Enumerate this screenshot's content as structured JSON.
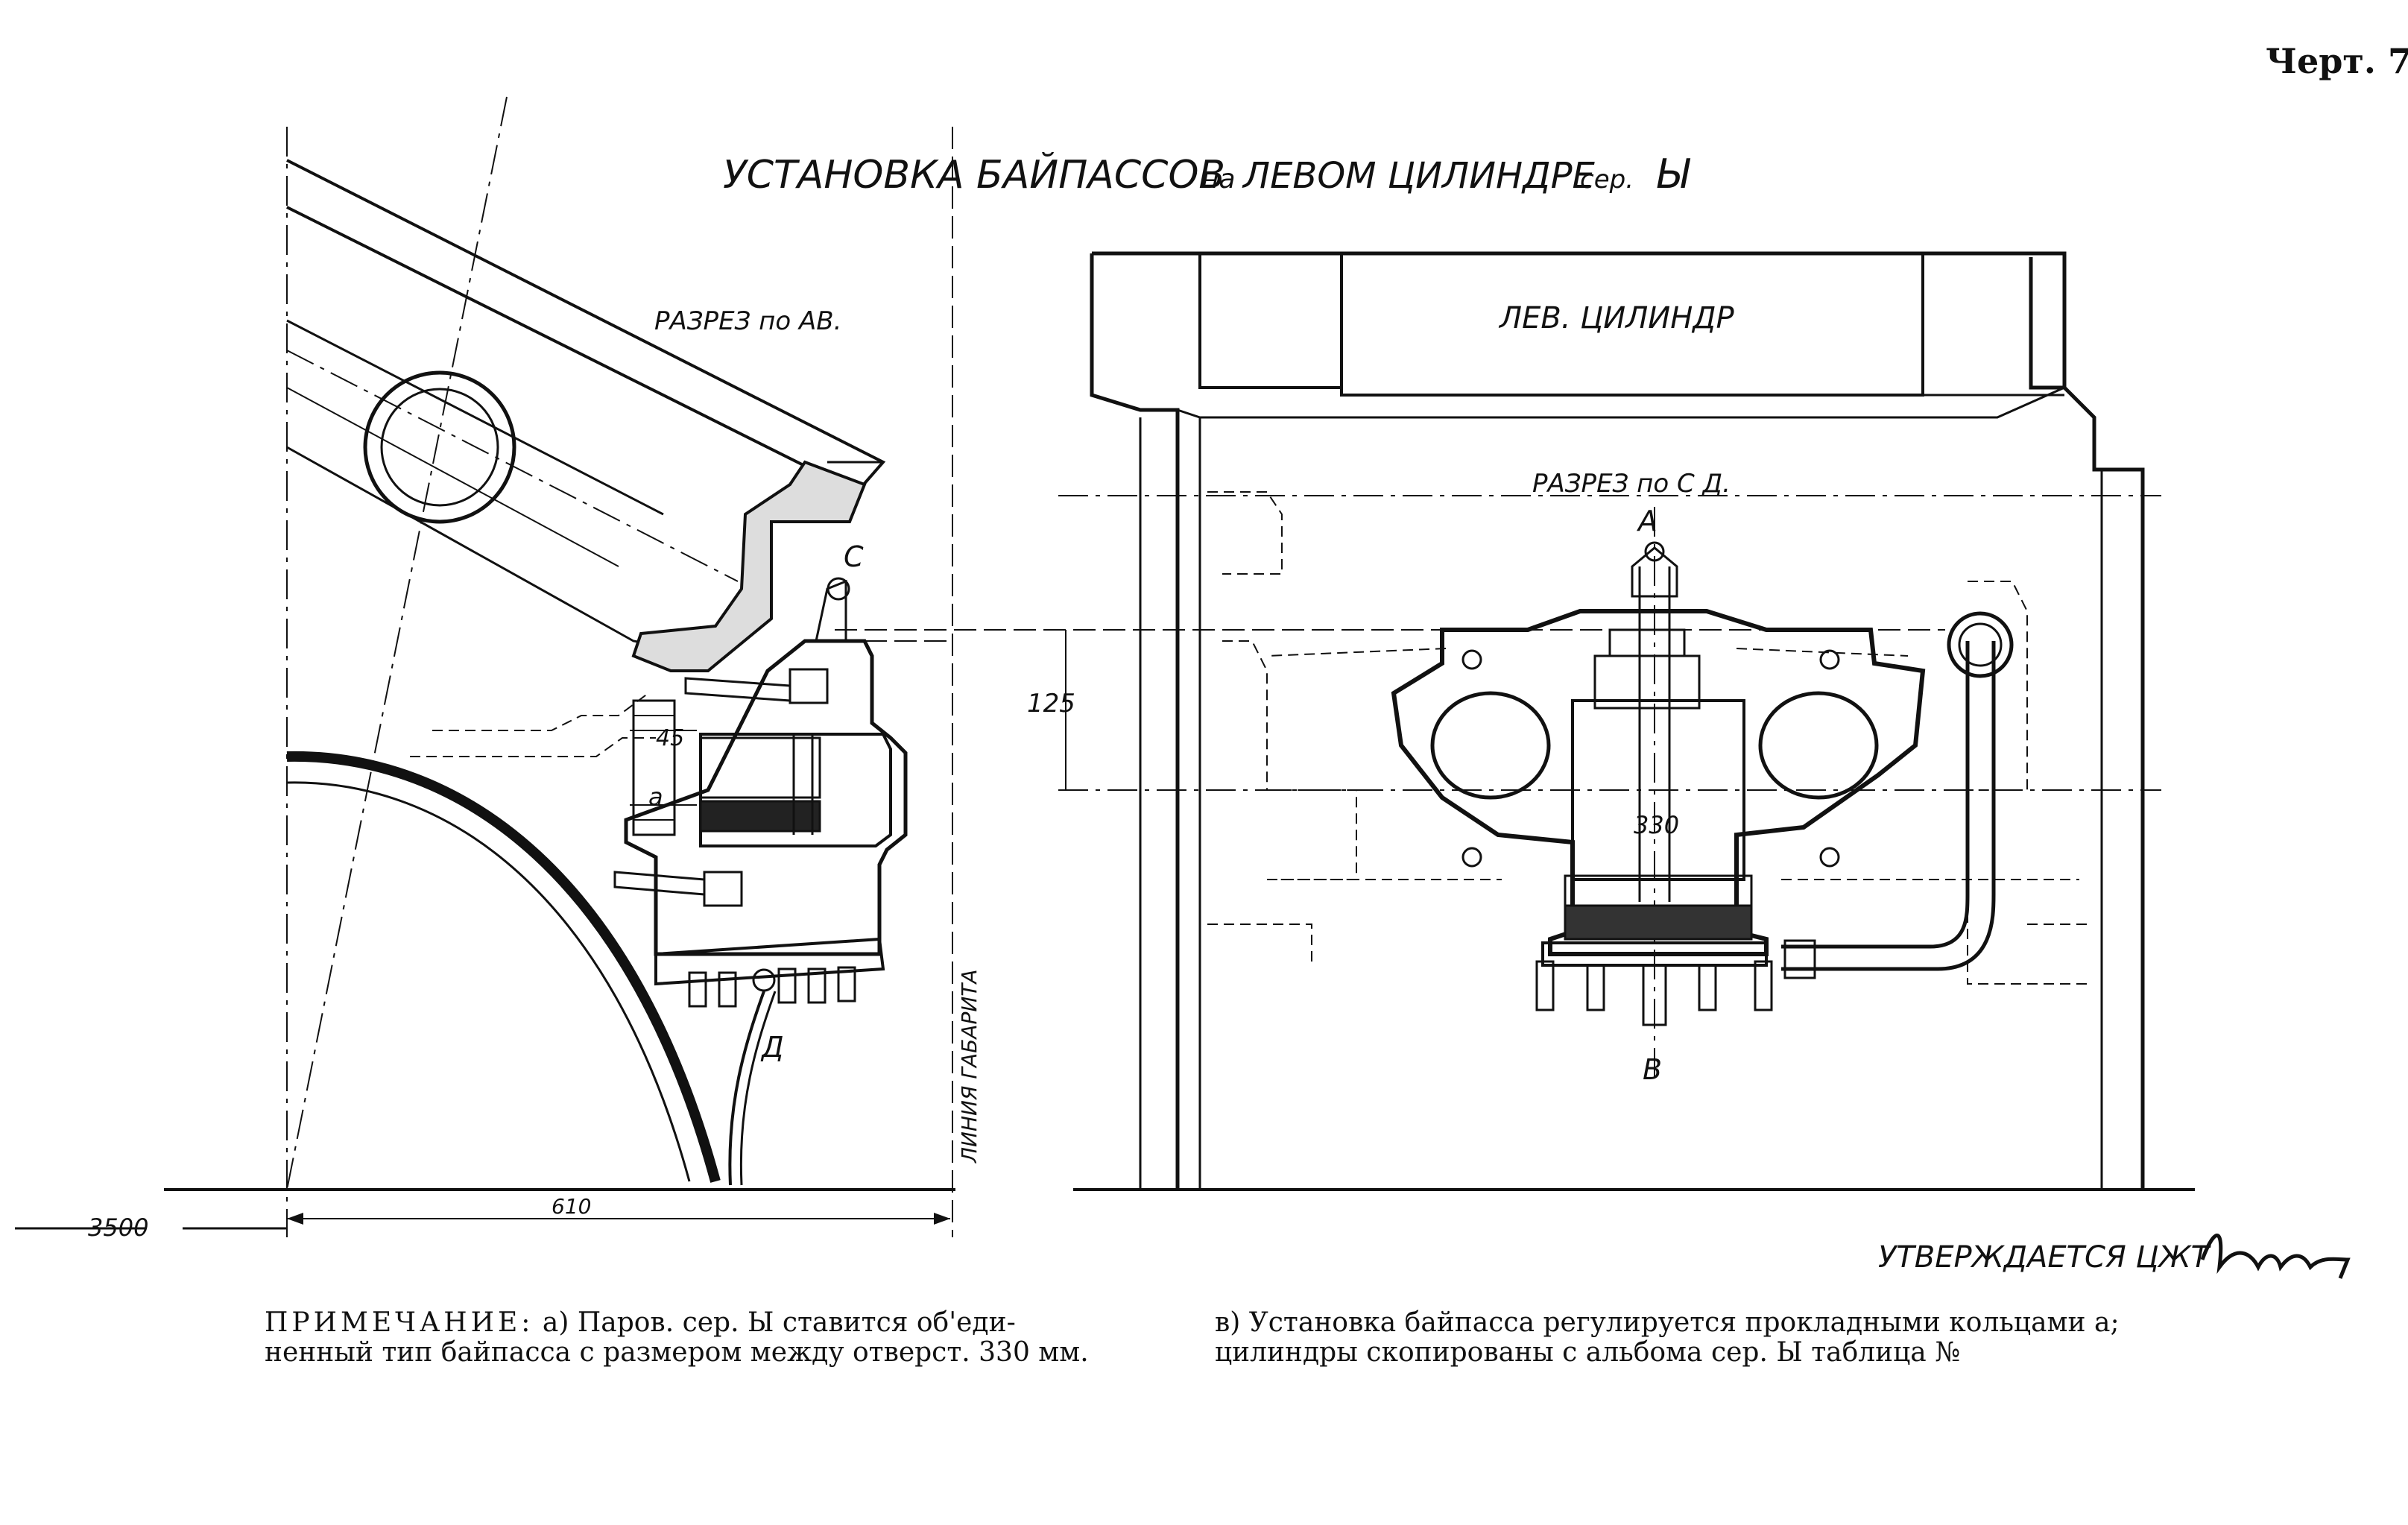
{
  "sheet_number": "Черт. 7.",
  "title": {
    "part1": "УСТАНОВКА БАЙПАССОВ",
    "part2": "на",
    "part3": "ЛЕВОМ ЦИЛИНДРЕ",
    "part4": "сер.",
    "part5": "Ы"
  },
  "left_view": {
    "section_label": "РАЗРЕЗ по АВ.",
    "letter_c": "С",
    "letter_d": "Д",
    "dim_45": "45",
    "dim_a": "а",
    "dim_610": "610",
    "dim_3500": "3500",
    "clearance_line": "ЛИНИЯ ГАБАРИТА"
  },
  "right_view": {
    "cylinder_label": "ЛЕВ. ЦИЛИНДР",
    "section_label": "РАЗРЕЗ по С Д.",
    "letter_a": "А",
    "letter_b": "В",
    "dim_125": "125",
    "dim_330": "330"
  },
  "approval": {
    "text": "УТВЕРЖДАЕТСЯ ЦЖТ"
  },
  "note": {
    "heading": "ПРИМЕЧАНИЕ:",
    "left_line1": "а) Паров. сер. Ы ставится об'еди-",
    "left_line2": "ненный тип байпасса с размером между отверст. 330 мм.",
    "right_line1": "в) Установка байпасса регулируется прокладными кольцами а;",
    "right_line2": "цилиндры скопированы с альбома сер. Ы таблица №"
  }
}
